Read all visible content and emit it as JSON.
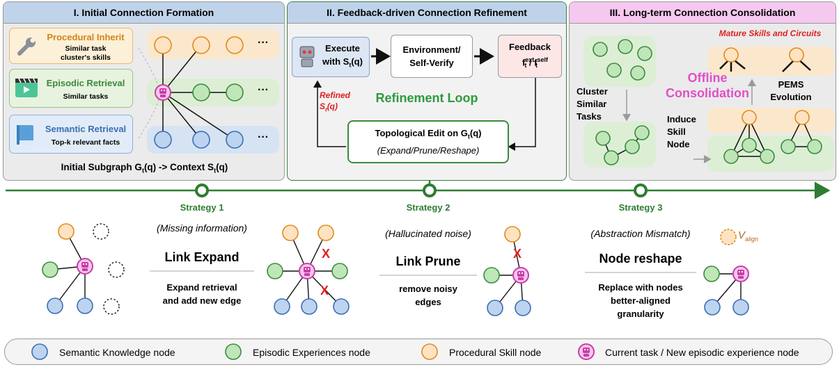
{
  "panels": {
    "p1": {
      "title": "I. Initial Connection Formation",
      "procedural": {
        "title": "Procedural Inherit",
        "sub1": "Similar task",
        "sub2": "cluster's skills"
      },
      "episodic": {
        "title": "Episodic Retrieval",
        "sub": "Similar tasks"
      },
      "semantic": {
        "title": "Semantic Retrieval",
        "sub": "Top-k relevant facts"
      },
      "ellipsis": "···",
      "footer": "Initial Subgraph G",
      "footer_sub": "t",
      "footer_mid": "(q) -> Context S",
      "footer_sub2": "t",
      "footer_end": "(q)"
    },
    "p2": {
      "title": "II. Feedback-driven Connection Refinement",
      "execute": {
        "line1": "Execute",
        "line2": "with S",
        "sub": "t",
        "end": "(q)"
      },
      "environment": {
        "line1": "Environment/",
        "line2": "Self-Verify"
      },
      "feedback": {
        "line1": "Feedback",
        "f": "f",
        "sup1": "ext",
        "sup2": "self",
        "sub": "t",
        "sep": " / "
      },
      "refined": {
        "line1": "Refined",
        "line2": "S",
        "sub": "t",
        "end": "(q)"
      },
      "loop": "Refinement Loop",
      "topo": {
        "line1": "Topological Edit on G",
        "sub": "t",
        "end": "(q)",
        "line2": "(Expand/Prune/Reshape)"
      }
    },
    "p3": {
      "title": "III. Long-term Connection Consolidation",
      "mature": "Mature Skills and Circuits",
      "offline1": "Offline",
      "offline2": "Consolidation",
      "pems1": "PEMS",
      "pems2": "Evolution",
      "cluster": [
        "Cluster",
        "Similar",
        "Tasks"
      ],
      "induce": [
        "Induce",
        "Skill",
        "Node"
      ]
    }
  },
  "strategies": [
    {
      "label": "Strategy 1",
      "reason": "(Missing information)",
      "name": "Link Expand",
      "desc1": "Expand retrieval",
      "desc2": "and add new edge"
    },
    {
      "label": "Strategy 2",
      "reason": "(Hallucinated noise)",
      "name": "Link Prune",
      "desc1": "remove noisy",
      "desc2": "edges"
    },
    {
      "label": "Strategy 3",
      "reason": "(Abstraction Mismatch)",
      "name": "Node reshape",
      "desc1": "Replace with nodes",
      "desc2": "better-aligned",
      "desc3": "granularity"
    }
  ],
  "valign": {
    "v": "V",
    "sub": "align"
  },
  "cross_mark": "X",
  "legend": {
    "semantic": "Semantic Knowledge node",
    "episodic": "Episodic Experiences node",
    "procedural": "Procedural Skill node",
    "current": "Current task / New episodic experience node"
  },
  "colors": {
    "semantic_fill": "#bcd4ef",
    "semantic_stroke": "#3d6db5",
    "episodic_fill": "#bfe6b9",
    "episodic_stroke": "#3c8a3c",
    "procedural_fill": "#fde3c2",
    "procedural_stroke": "#e08a1e",
    "current_fill": "#f7c6ec",
    "current_stroke": "#c83ea8",
    "accent_green": "#2e7d32",
    "accent_pink": "#e14fc8",
    "accent_red": "#e02020"
  },
  "icons": [
    "wrench-icon",
    "video-clip-icon",
    "book-icon",
    "robot-icon"
  ]
}
